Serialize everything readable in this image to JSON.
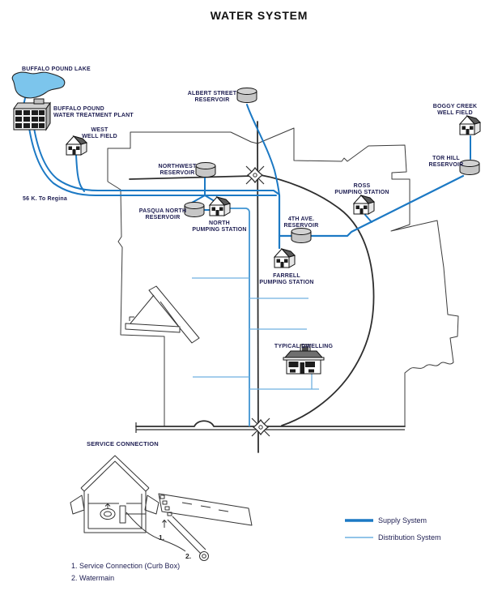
{
  "title": "WATER SYSTEM",
  "labels": {
    "lake": {
      "l1": "BUFFALO POUND LAKE"
    },
    "plant": {
      "l1": "BUFFALO POUND",
      "l2": "WATER TREATMENT PLANT"
    },
    "west": {
      "l1": "WEST",
      "l2": "WELL FIELD"
    },
    "albert": {
      "l1": "ALBERT STREET",
      "l2": "RESERVOIR"
    },
    "boggy": {
      "l1": "BOGGY CREEK",
      "l2": "WELL FIELD"
    },
    "torhill": {
      "l1": "TOR HILL",
      "l2": "RESERVOIR"
    },
    "northwest": {
      "l1": "NORTHWEST",
      "l2": "RESERVOIR"
    },
    "pasqua": {
      "l1": "PASQUA NORTH",
      "l2": "RESERVOIR"
    },
    "north_ps": {
      "l1": "NORTH",
      "l2": "PUMPING STATION"
    },
    "ross": {
      "l1": "ROSS",
      "l2": "PUMPING STATION"
    },
    "fourth_ave": {
      "l1": "4TH AVE.",
      "l2": "RESERVOIR"
    },
    "farrell": {
      "l1": "FARRELL",
      "l2": "PUMPING STATION"
    },
    "dwelling": {
      "l1": "TYPICAL DWELLING"
    },
    "regina": {
      "l1": "56 K. To Regina"
    }
  },
  "service_section": {
    "title": "SERVICE CONNECTION",
    "callout_1": "1.",
    "callout_2": "2.",
    "note_1": "1. Service Connection (Curb Box)",
    "note_2": "2. Watermain"
  },
  "legend": {
    "supply": "Supply System",
    "distribution": "Distribution System"
  },
  "colors": {
    "supply": "#1c79c4",
    "trunk": "#3f94d2",
    "distribution": "#6fb0e0",
    "lake": "#7cc5ec",
    "road": "#2e2e2e",
    "boundary": "#3c3c3c",
    "label_text": "#1e1e52"
  }
}
